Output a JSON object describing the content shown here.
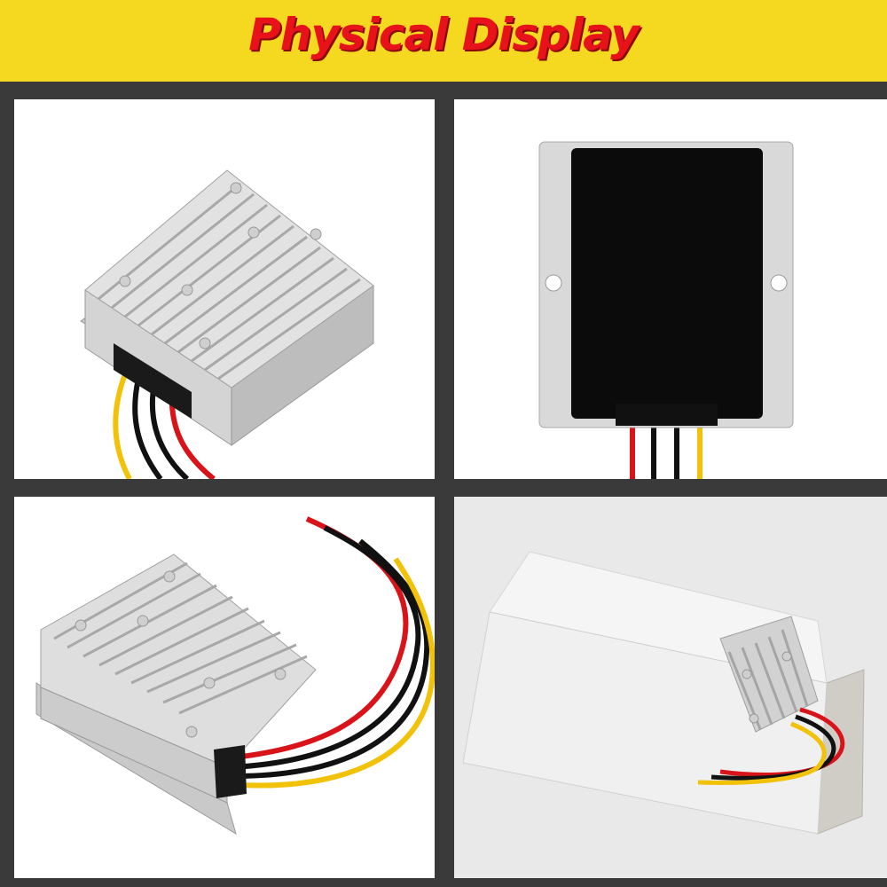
{
  "banner": {
    "title": "Physical Display",
    "background": "#f5d820",
    "text_color": "#e8121b"
  },
  "panels": [
    {
      "name": "converter-angled-view"
    },
    {
      "name": "converter-back-view"
    },
    {
      "name": "converter-side-view-with-wires"
    },
    {
      "name": "converter-in-box"
    }
  ],
  "wire_colors": {
    "red": "#d8141a",
    "black": "#111111",
    "yellow": "#f2c20a"
  }
}
